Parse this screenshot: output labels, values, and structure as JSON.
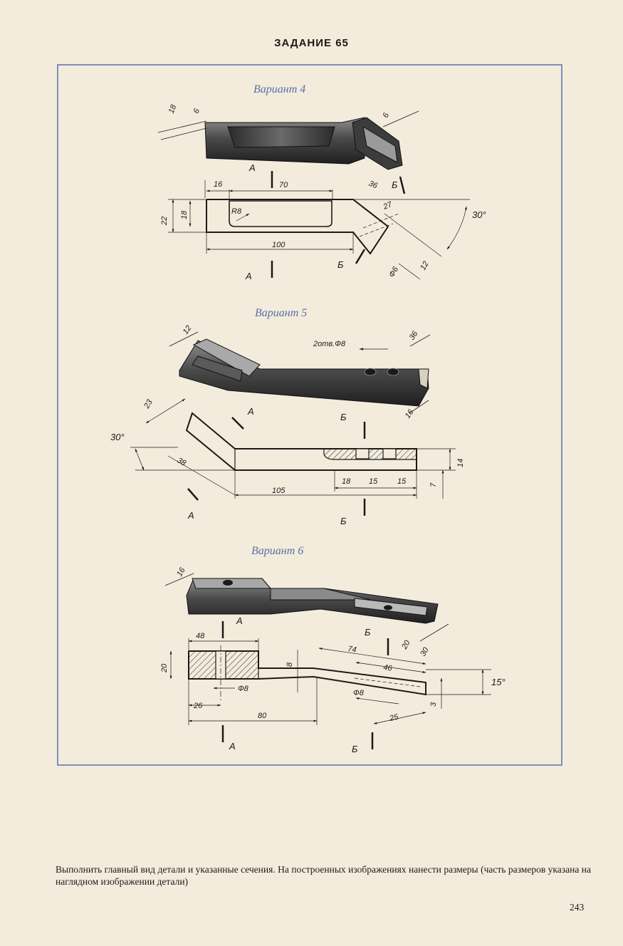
{
  "page": {
    "title": "ЗАДАНИЕ 65",
    "caption": "Выполнить главный вид детали и указанные сечения. На построенных изображениях нанести размеры (часть размеров указана на наглядном изображении детали)",
    "page_number": "243"
  },
  "variants": [
    {
      "label": "Вариант 4",
      "iso_dims": [
        "18",
        "6",
        "6"
      ],
      "section_labels": [
        "А",
        "Б"
      ],
      "dims": [
        "16",
        "70",
        "36",
        "22",
        "18",
        "R8",
        "27",
        "30°",
        "100",
        "Ф6",
        "12"
      ]
    },
    {
      "label": "Вариант 5",
      "iso_dims": [
        "12",
        "2отв.Ф8",
        "36",
        "16"
      ],
      "section_labels": [
        "А",
        "Б"
      ],
      "dims": [
        "23",
        "30°",
        "38",
        "18",
        "15",
        "15",
        "14",
        "7",
        "105"
      ]
    },
    {
      "label": "Вариант 6",
      "iso_dims": [
        "16",
        "20",
        "30"
      ],
      "section_labels": [
        "А",
        "Б"
      ],
      "dims": [
        "48",
        "74",
        "20",
        "8",
        "46",
        "15°",
        "Ф8",
        "Ф8",
        "3",
        "26",
        "80",
        "25"
      ]
    }
  ]
}
